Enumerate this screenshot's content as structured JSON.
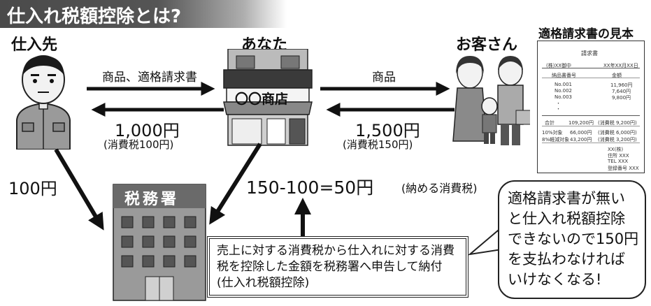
{
  "title": "仕入れ税額控除とは?",
  "parties": {
    "supplier": "仕入先",
    "you": "あなた",
    "customer": "お客さん",
    "tax_office": "税務署"
  },
  "shop_sign": "〇〇商店",
  "flows": {
    "to_you_goods": "商品、適格請求書",
    "to_customer_goods": "商品",
    "paid_to_supplier": "1,000円",
    "paid_to_supplier_tax": "(消費税100円)",
    "received_from_customer": "1,500円",
    "received_from_customer_tax": "(消費税150円)",
    "supplier_tax_paid": "100円"
  },
  "calculation": {
    "formula": "150-100=50円",
    "note": "(納める消費税)"
  },
  "note_box": "売上に対する消費税から仕入れに対する消費税を控除した金額を税務署へ申告して納付(仕入れ税額控除)",
  "speech_bubble": "適格請求書が無いと仕入れ税額控除できないので150円を支払わなければいけなくなる!",
  "invoice": {
    "heading": "適格請求書の見本",
    "doc_title": "請求書",
    "addressee": "(株)XX御中",
    "date": "XX年XX月XX日",
    "col_number": "納品書番号",
    "col_amount": "金額",
    "items": [
      {
        "no": "No.001",
        "amount": "11,960円"
      },
      {
        "no": "No.002",
        "amount": "7,640円"
      },
      {
        "no": "No.003",
        "amount": "9,800円"
      }
    ],
    "dots": "・",
    "total_label": "合計",
    "total_amount": "109,200円",
    "total_tax": "(消費税 9,200円)",
    "rate10_label": "10%対象",
    "rate10_amount": "66,000円",
    "rate10_tax": "(消費税 6,000円)",
    "rate8_label": "8%軽減対象",
    "rate8_amount": "43,200円",
    "rate8_tax": "(消費税 3,200円)",
    "issuer_company": "XX(株)",
    "issuer_address": "住所 XXX",
    "issuer_tel": "TEL XXX",
    "issuer_reg": "登録番号 XXX"
  },
  "colors": {
    "title_bar": "#4a4a4a",
    "arrow": "#111111",
    "figure_gray": "#9a9a9a"
  }
}
